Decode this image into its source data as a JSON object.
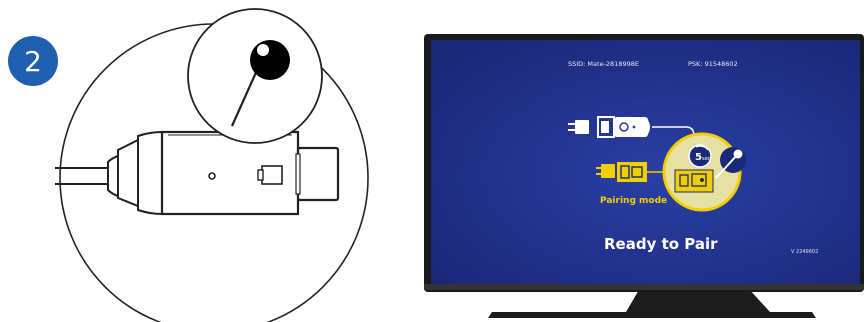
{
  "step": {
    "number": "2",
    "color": "#1f5fb0"
  },
  "tv_screen": {
    "ssid": "SSID: Mate-2818998E",
    "psk": "PSK: 91548602",
    "pairing_mode": "Pairing mode",
    "timer_label": "5 sec",
    "ready_text": "Ready to Pair",
    "version": "V 2249602",
    "background_color": "#1f2f8a",
    "accent_color": "#f2d000"
  },
  "icons": {
    "paperclip_pin": "pin-icon",
    "dongle": "usb-dongle-icon",
    "timer": "timer-icon"
  }
}
